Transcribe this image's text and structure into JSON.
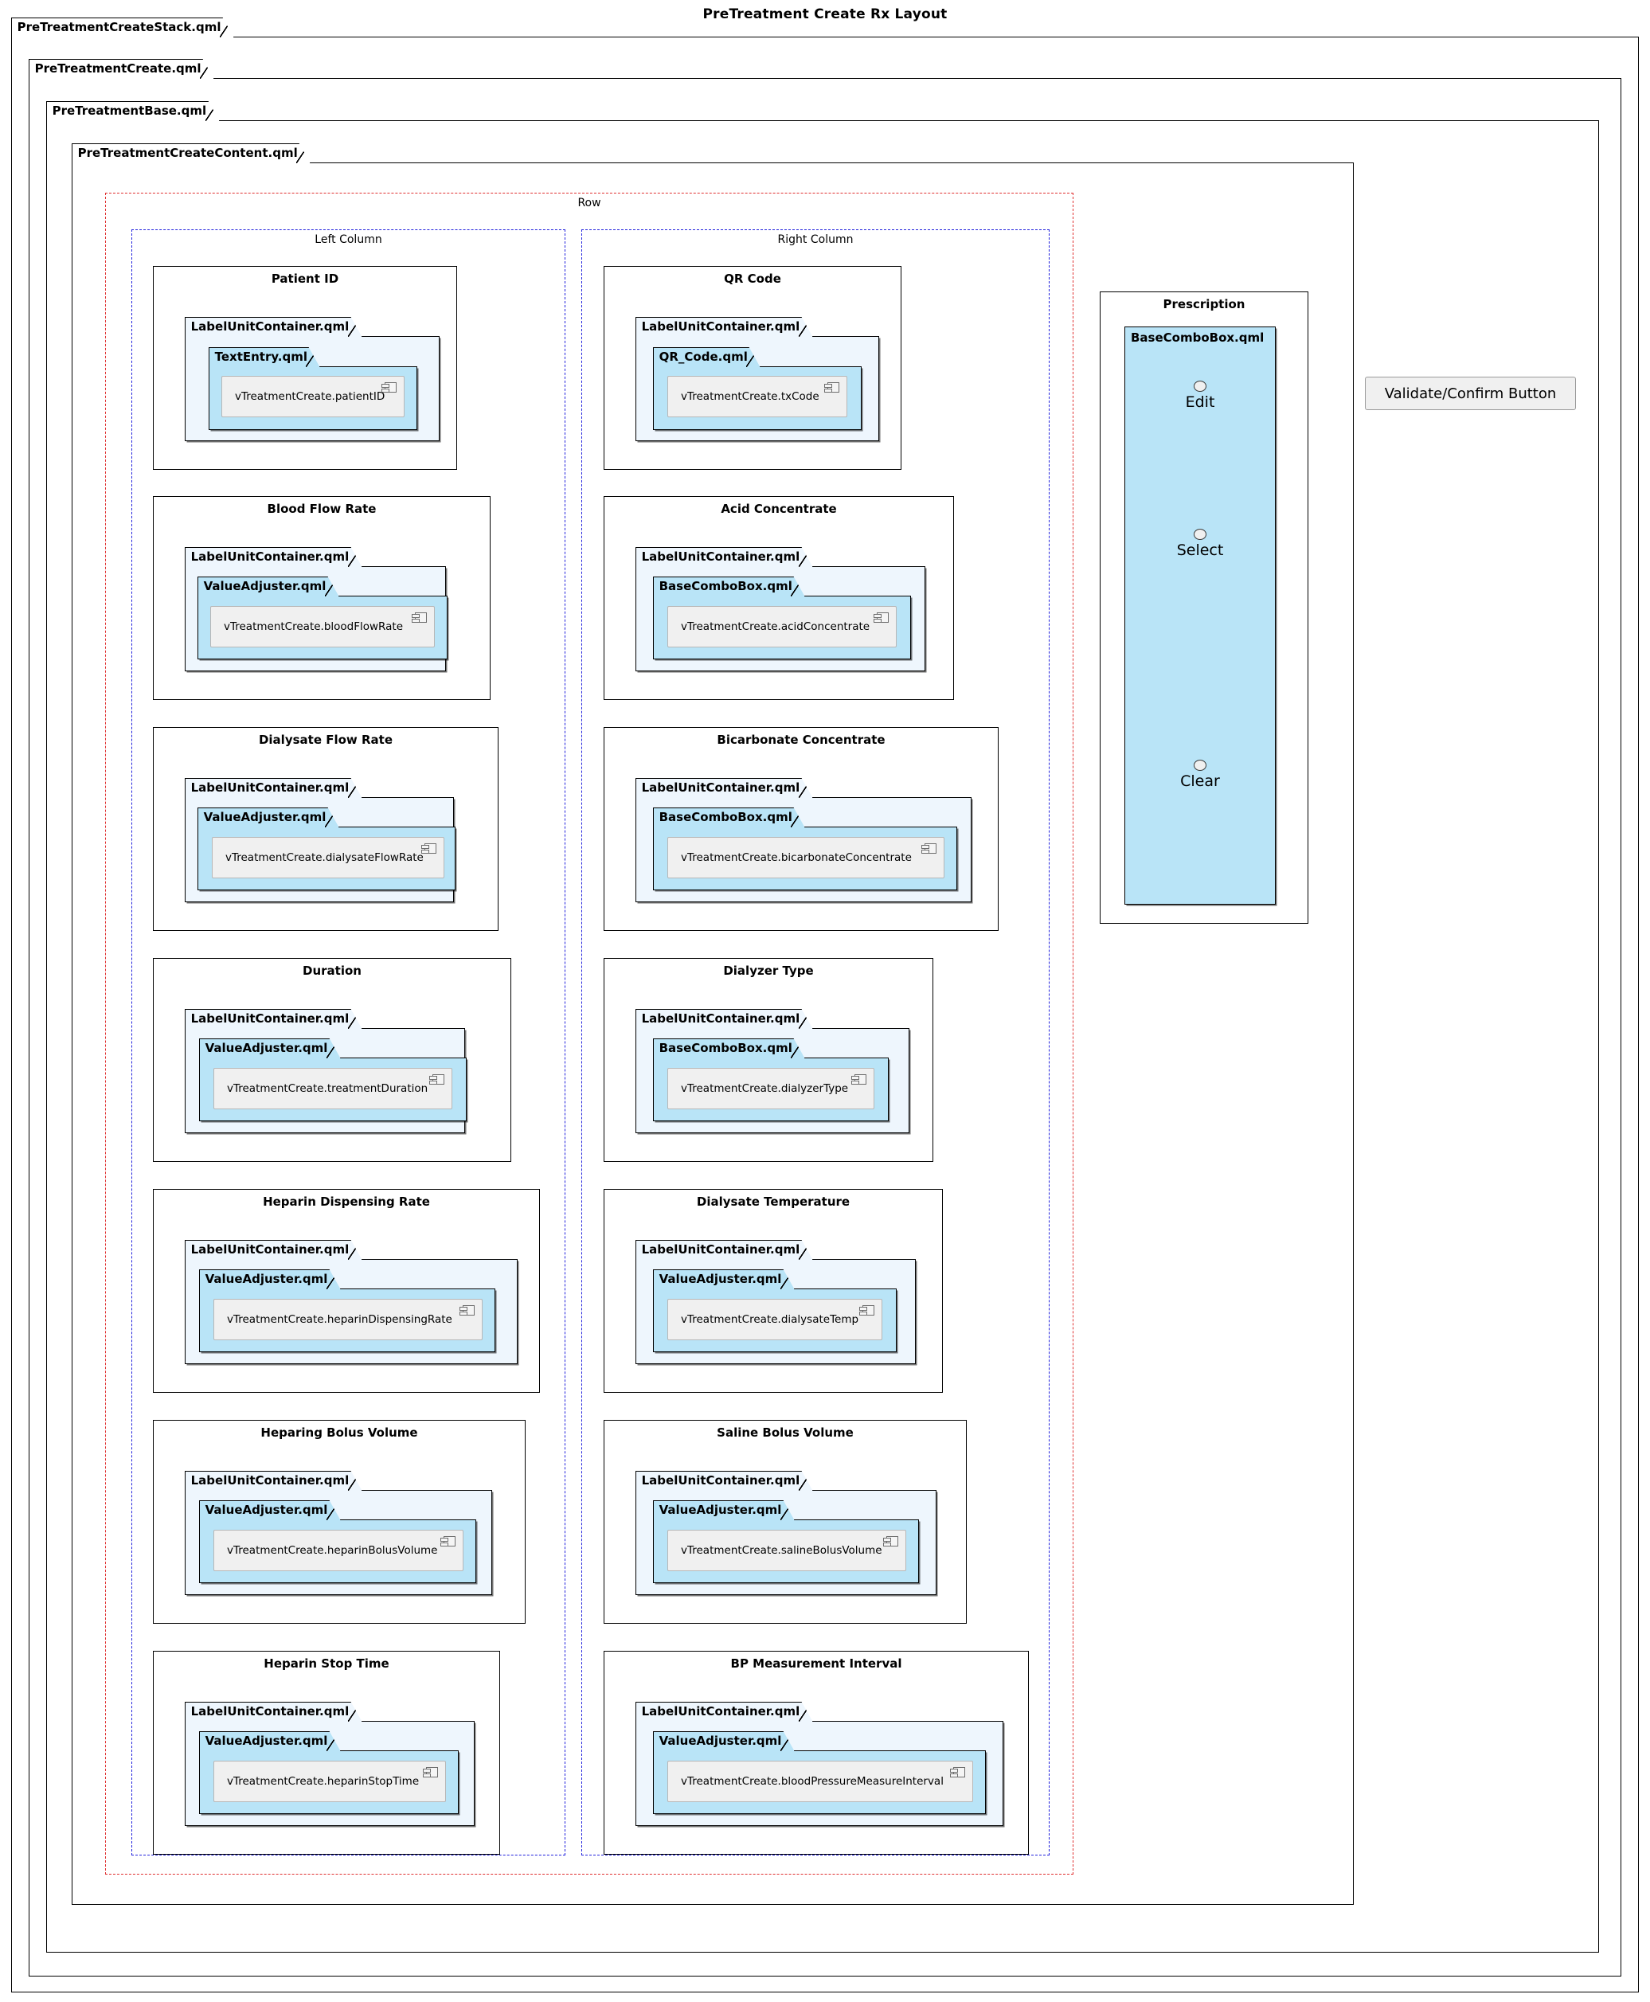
{
  "title": "PreTreatment Create Rx Layout",
  "frames": {
    "stack": "PreTreatmentCreateStack.qml",
    "create": "PreTreatmentCreate.qml",
    "base": "PreTreatmentBase.qml",
    "content": "PreTreatmentCreateContent.qml"
  },
  "layout": {
    "row_label": "Row",
    "left_column_label": "Left Column",
    "right_column_label": "Right Column"
  },
  "colors": {
    "row_frame": "#e03030",
    "column_frame": "#2222dd",
    "label_unit_container_fill": "#eef6fd",
    "widget_fill": "#b9e4f7",
    "component_fill": "#f0f0f0"
  },
  "label_unit_container": "LabelUnitContainer.qml",
  "left_column": [
    {
      "group_title": "Patient ID",
      "container": "LabelUnitContainer.qml",
      "widget": "TextEntry.qml",
      "component": "vTreatmentCreate.patientID"
    },
    {
      "group_title": "Blood Flow Rate",
      "container": "LabelUnitContainer.qml",
      "widget": "ValueAdjuster.qml",
      "component": "vTreatmentCreate.bloodFlowRate"
    },
    {
      "group_title": "Dialysate Flow Rate",
      "container": "LabelUnitContainer.qml",
      "widget": "ValueAdjuster.qml",
      "component": "vTreatmentCreate.dialysateFlowRate"
    },
    {
      "group_title": "Duration",
      "container": "LabelUnitContainer.qml",
      "widget": "ValueAdjuster.qml",
      "component": "vTreatmentCreate.treatmentDuration"
    },
    {
      "group_title": "Heparin Dispensing Rate",
      "container": "LabelUnitContainer.qml",
      "widget": "ValueAdjuster.qml",
      "component": "vTreatmentCreate.heparinDispensingRate"
    },
    {
      "group_title": "Heparing Bolus Volume",
      "container": "LabelUnitContainer.qml",
      "widget": "ValueAdjuster.qml",
      "component": "vTreatmentCreate.heparinBolusVolume"
    },
    {
      "group_title": "Heparin Stop Time",
      "container": "LabelUnitContainer.qml",
      "widget": "ValueAdjuster.qml",
      "component": "vTreatmentCreate.heparinStopTime"
    }
  ],
  "right_column": [
    {
      "group_title": "QR Code",
      "container": "LabelUnitContainer.qml",
      "widget": "QR_Code.qml",
      "component": "vTreatmentCreate.txCode"
    },
    {
      "group_title": "Acid Concentrate",
      "container": "LabelUnitContainer.qml",
      "widget": "BaseComboBox.qml",
      "component": "vTreatmentCreate.acidConcentrate"
    },
    {
      "group_title": "Bicarbonate Concentrate",
      "container": "LabelUnitContainer.qml",
      "widget": "BaseComboBox.qml",
      "component": "vTreatmentCreate.bicarbonateConcentrate"
    },
    {
      "group_title": "Dialyzer Type",
      "container": "LabelUnitContainer.qml",
      "widget": "BaseComboBox.qml",
      "component": "vTreatmentCreate.dialyzerType"
    },
    {
      "group_title": "Dialysate Temperature",
      "container": "LabelUnitContainer.qml",
      "widget": "ValueAdjuster.qml",
      "component": "vTreatmentCreate.dialysateTemp"
    },
    {
      "group_title": "Saline Bolus Volume",
      "container": "LabelUnitContainer.qml",
      "widget": "ValueAdjuster.qml",
      "component": "vTreatmentCreate.salineBolusVolume"
    },
    {
      "group_title": "BP Measurement Interval",
      "container": "LabelUnitContainer.qml",
      "widget": "ValueAdjuster.qml",
      "component": "vTreatmentCreate.bloodPressureMeasureInterval"
    }
  ],
  "prescription": {
    "group_title": "Prescription",
    "combo": "BaseComboBox.qml",
    "items": [
      {
        "label": "Edit"
      },
      {
        "label": "Select"
      },
      {
        "label": "Clear"
      }
    ]
  },
  "validate_button": "Validate/Confirm Button"
}
